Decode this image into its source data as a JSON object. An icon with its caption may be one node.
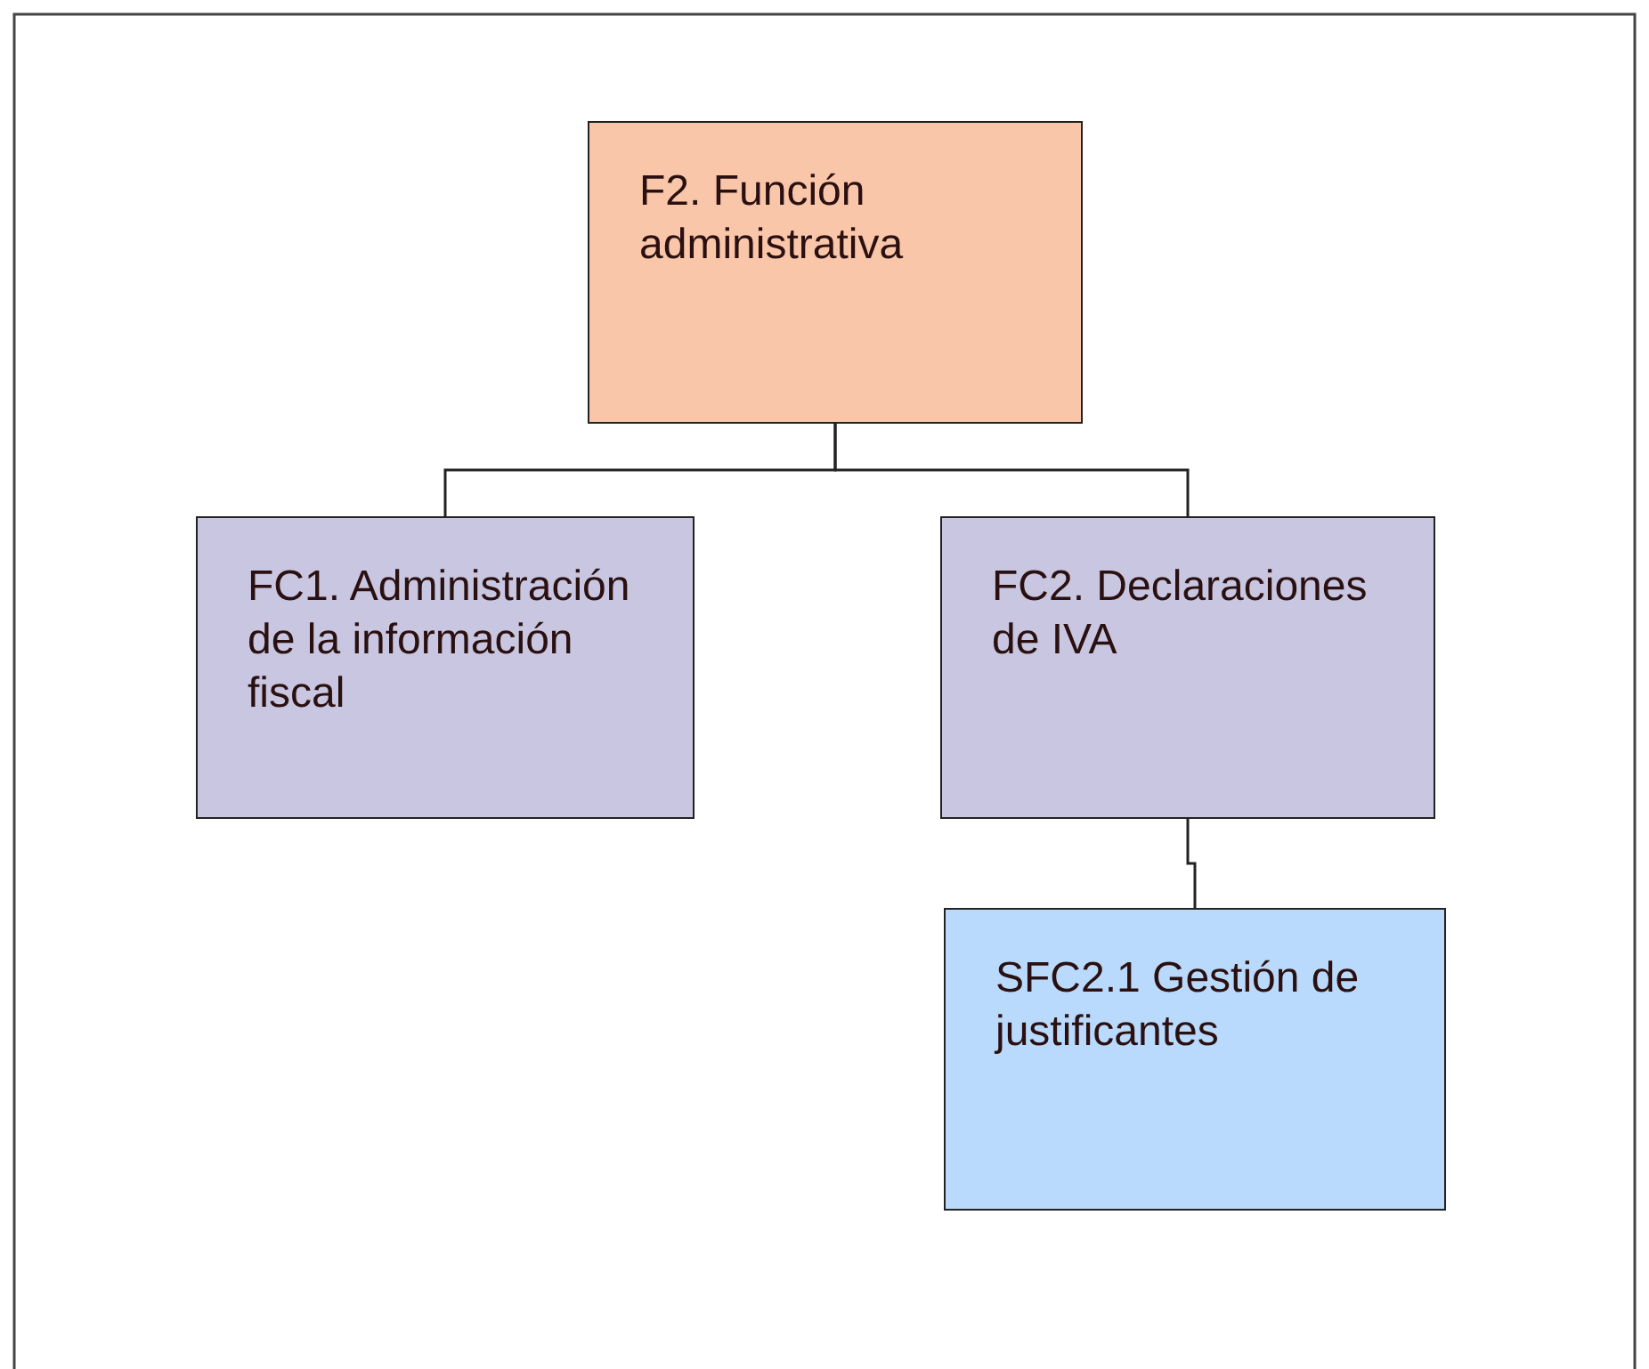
{
  "diagram": {
    "nodes": [
      {
        "text": [
          "F2. Función administrativa"
        ]
      },
      {
        "text": [
          "FC1. Administración de la información fiscal"
        ]
      },
      {
        "text": [
          "FC2. Declaraciones de IVA"
        ]
      },
      {
        "text": [
          "SFC2.1 Gestión de justificantes"
        ]
      }
    ],
    "edges": [
      {
        "from": 0,
        "to": 1,
        "arrow": "none"
      },
      {
        "from": 0,
        "to": 2,
        "arrow": "none"
      },
      {
        "from": 2,
        "to": 3,
        "arrow": "none"
      }
    ]
  }
}
